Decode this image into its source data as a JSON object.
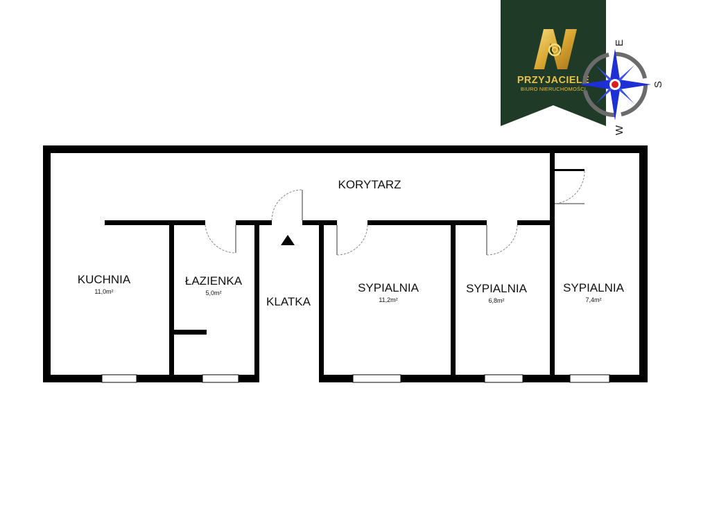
{
  "logo": {
    "line1": "PRZYJACIELE",
    "line2": "BIURO NIERUCHOMOŚCI",
    "background_color": "#1f3a26",
    "gold_color": "#e2b53c"
  },
  "compass": {
    "letters": {
      "top": "E",
      "right": "S",
      "bottom": "W"
    },
    "needle_color": "#1e2fd6",
    "center_color": "#e01b1b"
  },
  "rooms": {
    "korytarz": {
      "name": "KORYTARZ"
    },
    "kuchnia": {
      "name": "KUCHNIA",
      "area": "11,0m²"
    },
    "lazienka": {
      "name": "ŁAZIENKA",
      "area": "5,0m²"
    },
    "klatka": {
      "name": "KLATKA"
    },
    "sypialnia1": {
      "name": "SYPIALNIA",
      "area": "11,2m²"
    },
    "sypialnia2": {
      "name": "SYPIALNIA",
      "area": "6,8m²"
    },
    "sypialnia3": {
      "name": "SYPIALNIA",
      "area": "7,4m²"
    }
  },
  "colors": {
    "wall": "#000000",
    "door_arc": "#888888"
  }
}
